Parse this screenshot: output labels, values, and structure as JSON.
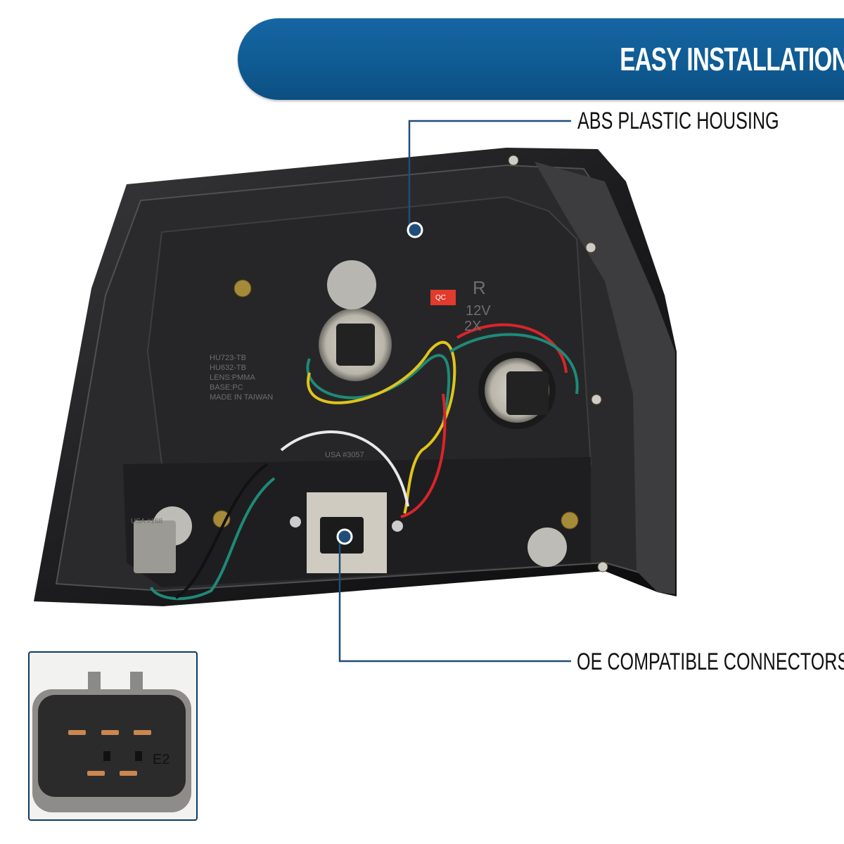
{
  "banner": {
    "title": "EASY INSTALLATION"
  },
  "callouts": [
    {
      "label": "ABS PLASTIC HOUSING"
    },
    {
      "label": "OE COMPATIBLE CONNECTORS"
    }
  ],
  "product_markings": {
    "qc": "QC",
    "side": "R",
    "voltage": "12V",
    "spec": "2X",
    "lines": [
      "HU723-TB",
      "HU632-TB",
      "LENS:PMMA",
      "BASE:PC",
      "MADE IN TAIWAN"
    ],
    "socket_code": "USA #3057",
    "usa_code": "USA #168",
    "connector_mark": "E2"
  },
  "colors": {
    "accent": "#0f5a92",
    "callout_line": "#1f4e79",
    "inset_border": "#0d3a66"
  }
}
